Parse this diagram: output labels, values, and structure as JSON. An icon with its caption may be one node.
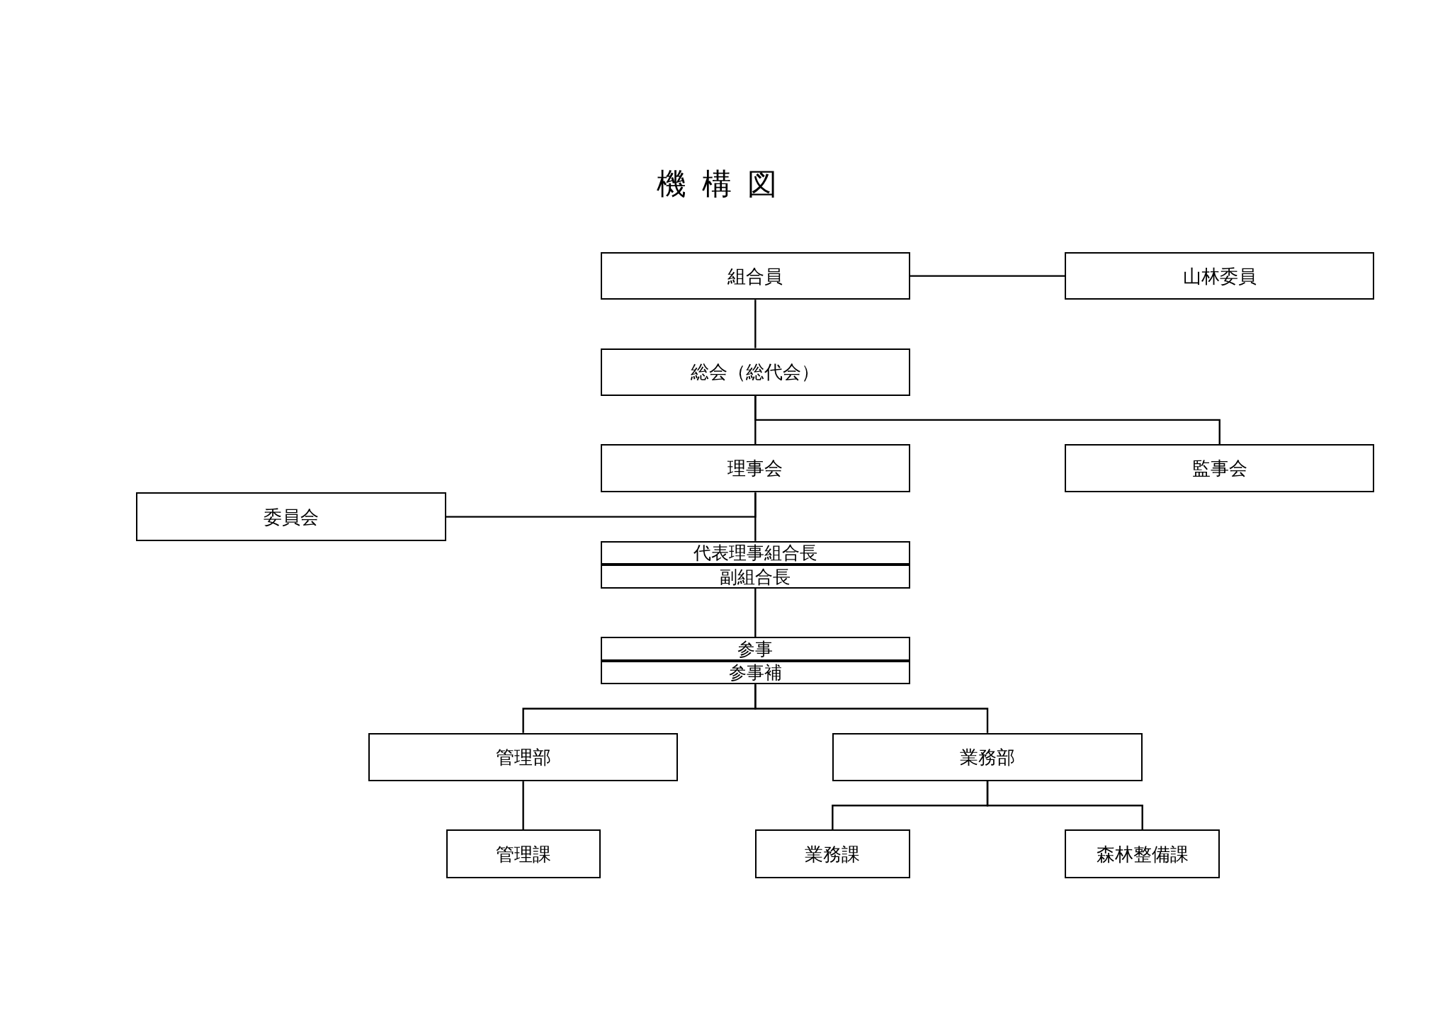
{
  "diagram": {
    "title": "機構図",
    "nodes": [
      {
        "text": [
          "組合員"
        ]
      },
      {
        "text": [
          "山林委員"
        ]
      },
      {
        "text": [
          "総会（総代会）"
        ]
      },
      {
        "text": [
          "理事会"
        ]
      },
      {
        "text": [
          "監事会"
        ]
      },
      {
        "text": [
          "委員会"
        ]
      },
      {
        "text": [
          "代表理事組合長"
        ]
      },
      {
        "text": [
          "副組合長"
        ]
      },
      {
        "text": [
          "参事"
        ]
      },
      {
        "text": [
          "参事補"
        ]
      },
      {
        "text": [
          "管理部"
        ]
      },
      {
        "text": [
          "業務部"
        ]
      },
      {
        "text": [
          "管理課"
        ]
      },
      {
        "text": [
          "業務課"
        ]
      },
      {
        "text": [
          "森林整備課"
        ]
      }
    ],
    "edges": [
      {
        "from": 0,
        "to": 1,
        "arrow": "none"
      },
      {
        "from": 0,
        "to": 2,
        "arrow": "none"
      },
      {
        "from": 2,
        "to": 3,
        "arrow": "none"
      },
      {
        "from": 2,
        "to": 4,
        "arrow": "none"
      },
      {
        "from": 3,
        "to": 5,
        "arrow": "none"
      },
      {
        "from": 3,
        "to": 6,
        "arrow": "none"
      },
      {
        "from": 7,
        "to": 8,
        "arrow": "none"
      },
      {
        "from": 9,
        "to": 10,
        "arrow": "none"
      },
      {
        "from": 9,
        "to": 11,
        "arrow": "none"
      },
      {
        "from": 10,
        "to": 12,
        "arrow": "none"
      },
      {
        "from": 11,
        "to": 13,
        "arrow": "none"
      },
      {
        "from": 11,
        "to": 14,
        "arrow": "none"
      }
    ]
  }
}
